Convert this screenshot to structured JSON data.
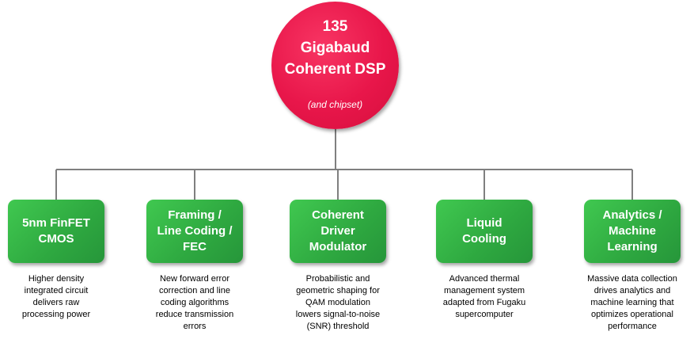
{
  "hub": {
    "title_lines": [
      "135",
      "Gigabaud",
      "Coherent DSP"
    ],
    "subtitle": "(and chipset)",
    "color": "#e8164a"
  },
  "nodes": [
    {
      "label_lines": [
        "5nm FinFET",
        "CMOS"
      ],
      "desc_lines": [
        "Higher density",
        "integrated circuit",
        "delivers raw",
        "processing power"
      ]
    },
    {
      "label_lines": [
        "Framing /",
        "Line Coding /",
        "FEC"
      ],
      "desc_lines": [
        "New forward error",
        "correction and line",
        "coding algorithms",
        "reduce transmission",
        "errors"
      ]
    },
    {
      "label_lines": [
        "Coherent",
        "Driver",
        "Modulator"
      ],
      "desc_lines": [
        "Probabilistic and",
        "geometric shaping for",
        "QAM modulation",
        "lowers signal-to-noise",
        "(SNR) threshold"
      ]
    },
    {
      "label_lines": [
        "Liquid",
        "Cooling"
      ],
      "desc_lines": [
        "Advanced thermal",
        "management system",
        "adapted from Fugaku",
        "supercomputer"
      ]
    },
    {
      "label_lines": [
        "Analytics /",
        "Machine",
        "Learning"
      ],
      "desc_lines": [
        "Massive data collection",
        "drives analytics and",
        "machine learning that",
        "optimizes operational",
        "performance"
      ]
    }
  ],
  "colors": {
    "node": "#2ea840",
    "connector": "#7f7f7f"
  }
}
